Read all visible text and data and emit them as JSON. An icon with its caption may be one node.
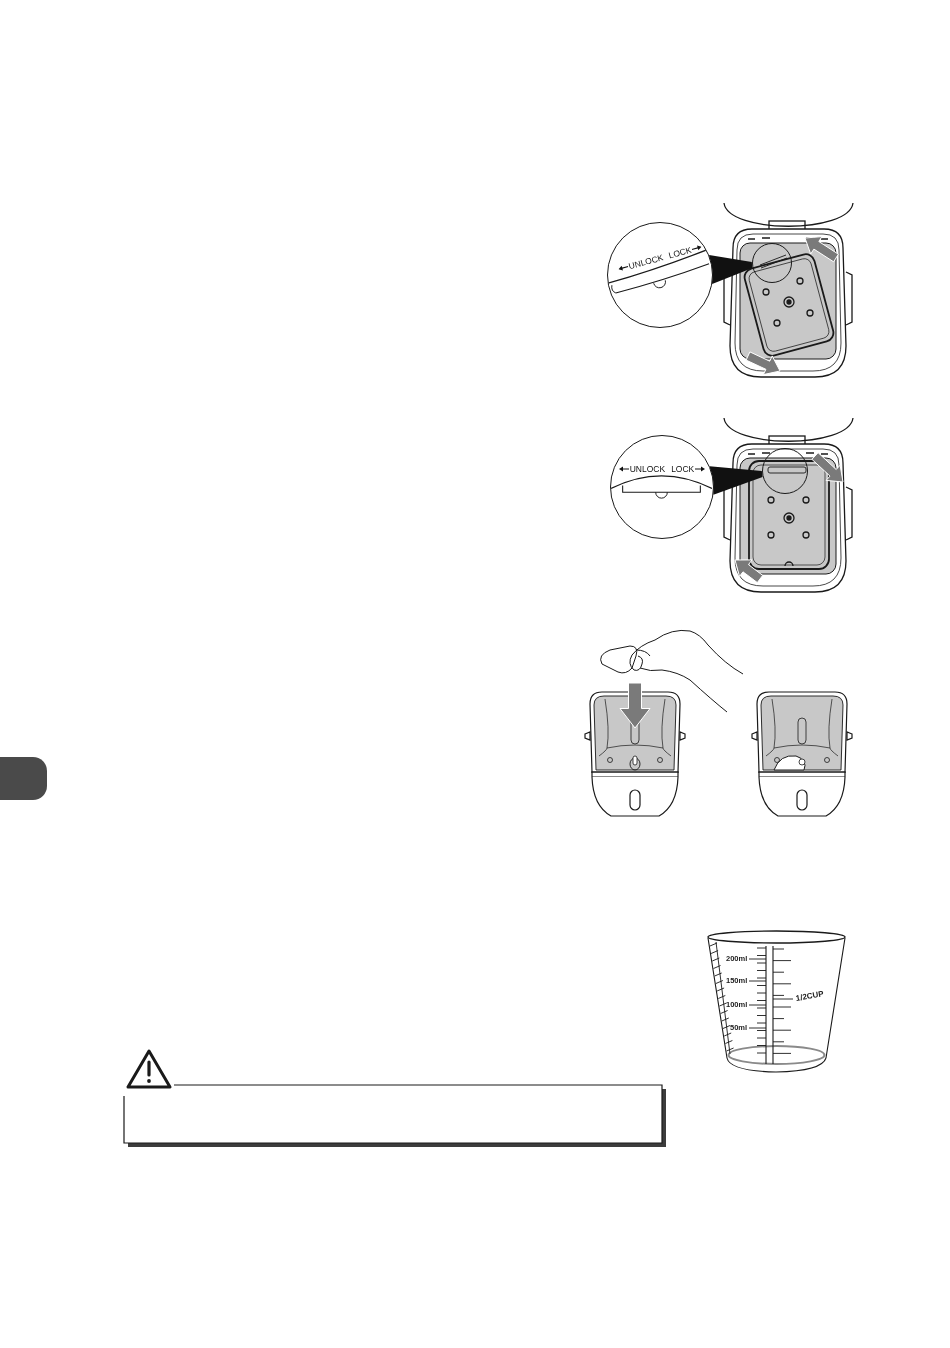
{
  "diagram": {
    "nodes": [
      {
        "text": [
          "UNLOCK",
          "LOCK"
        ]
      },
      {
        "text": [],
        "shape": "circle"
      },
      {
        "text": [
          "UNLOCK",
          "LOCK"
        ]
      },
      {
        "text": [],
        "shape": "circle"
      }
    ],
    "edges": [
      {
        "from": 0,
        "to": 1,
        "arrow": "none"
      },
      {
        "from": 2,
        "to": 3,
        "arrow": "none"
      }
    ],
    "labels": [
      "200ml",
      "150ml",
      "100ml",
      "50ml",
      "1/2CUP"
    ]
  }
}
